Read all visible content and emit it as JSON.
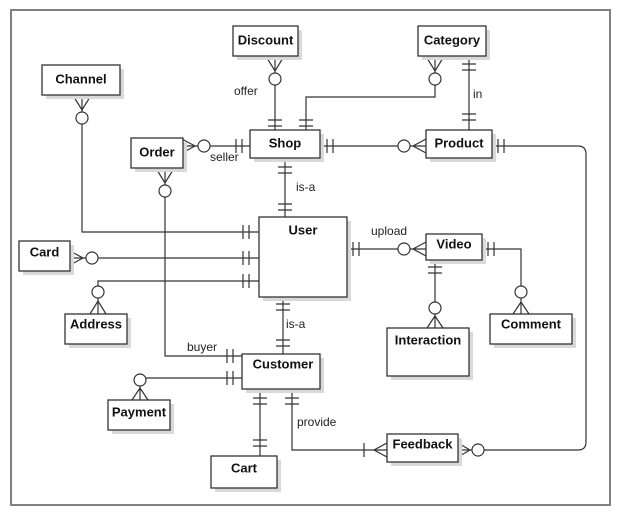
{
  "entities": {
    "discount": "Discount",
    "category": "Category",
    "channel": "Channel",
    "order": "Order",
    "shop": "Shop",
    "product": "Product",
    "user": "User",
    "card": "Card",
    "video": "Video",
    "address": "Address",
    "interaction": "Interaction",
    "comment": "Comment",
    "customer": "Customer",
    "payment": "Payment",
    "feedback": "Feedback",
    "cart": "Cart"
  },
  "relations": {
    "offer": "offer",
    "in": "in",
    "seller": "seller",
    "isa_shop": "is-a",
    "upload": "upload",
    "isa_customer": "is-a",
    "buyer": "buyer",
    "provide": "provide"
  },
  "colors": {
    "stroke": "#333333",
    "frame": "#808080",
    "shadow": "#d9d9d9"
  }
}
